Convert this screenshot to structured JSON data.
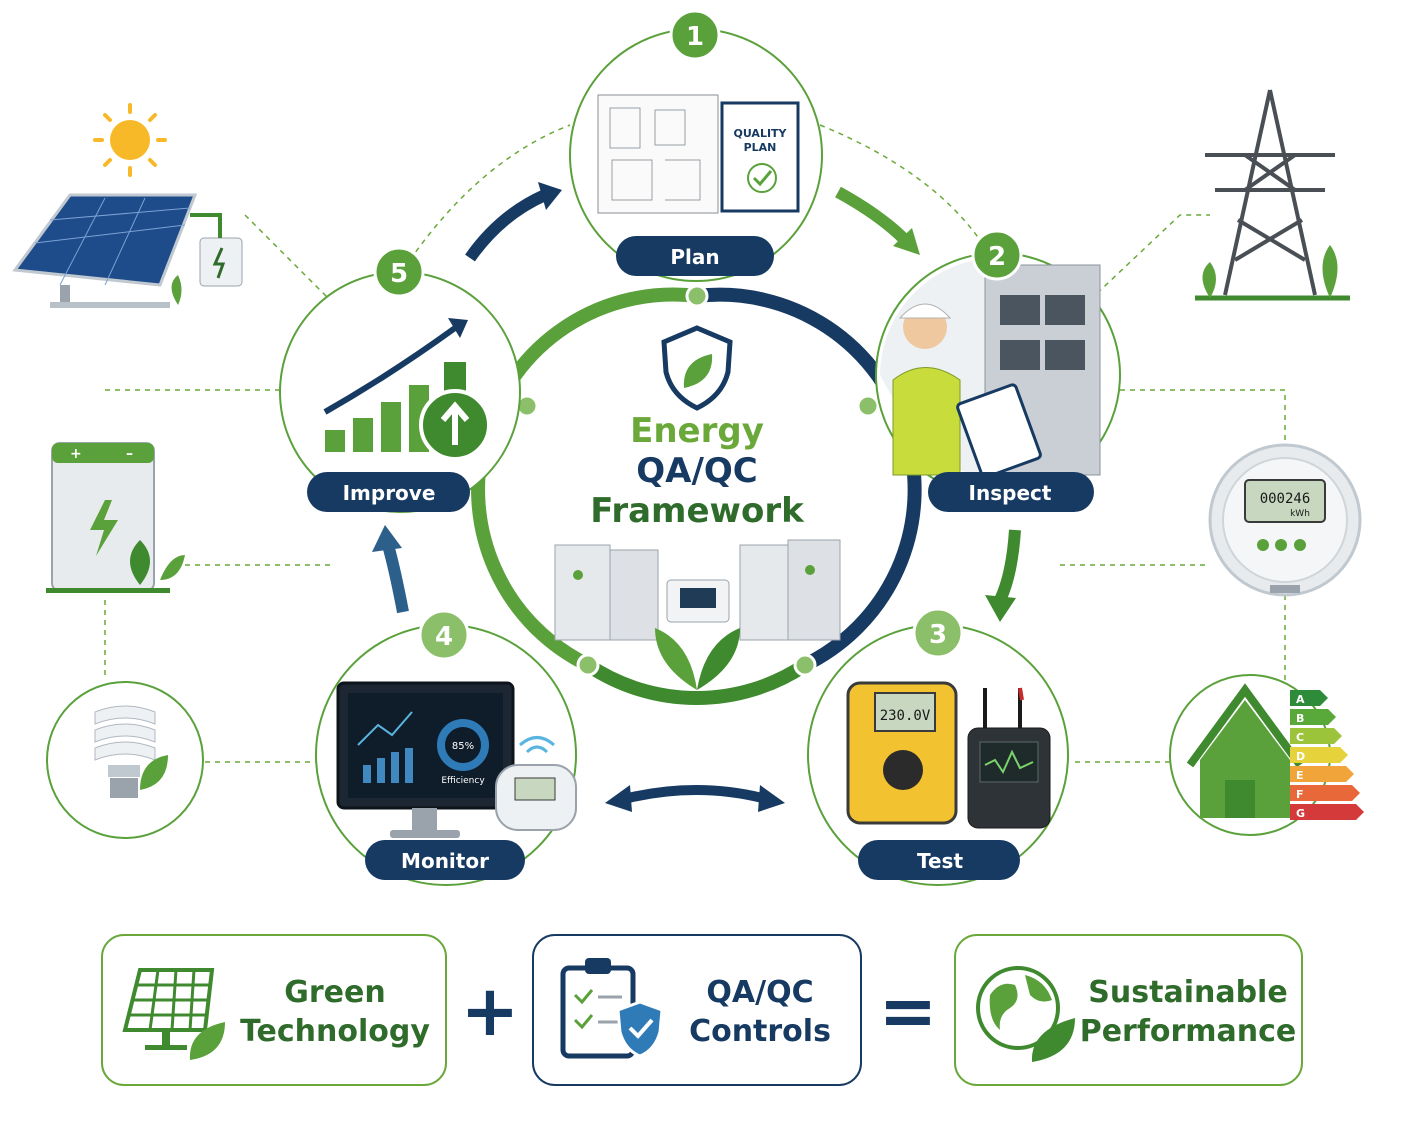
{
  "center": {
    "line1": "Energy",
    "line2": "QA/QC",
    "line3": "Framework"
  },
  "steps": [
    {
      "number": "1",
      "label": "Plan"
    },
    {
      "number": "2",
      "label": "Inspect"
    },
    {
      "number": "3",
      "label": "Test"
    },
    {
      "number": "4",
      "label": "Monitor"
    },
    {
      "number": "5",
      "label": "Improve"
    }
  ],
  "plan_doc": {
    "line1": "QUALITY",
    "line2": "PLAN"
  },
  "meter_display": {
    "value": "000246",
    "unit": "kWh"
  },
  "multimeter_display": "230.0V",
  "monitor_screen": {
    "percent": "85%",
    "label": "Efficiency"
  },
  "energy_rating": [
    "A",
    "B",
    "C",
    "D",
    "E",
    "F",
    "G"
  ],
  "equation": {
    "box1": {
      "line1": "Green",
      "line2": "Technology"
    },
    "plus": "+",
    "box2": {
      "line1": "QA/QC",
      "line2": "Controls"
    },
    "equals": "=",
    "box3": {
      "line1": "Sustainable",
      "line2": "Performance"
    }
  },
  "colors": {
    "green": "#5aa13b",
    "dark_green": "#2f6b2a",
    "navy": "#173a63",
    "light_green": "#8cc63f"
  }
}
